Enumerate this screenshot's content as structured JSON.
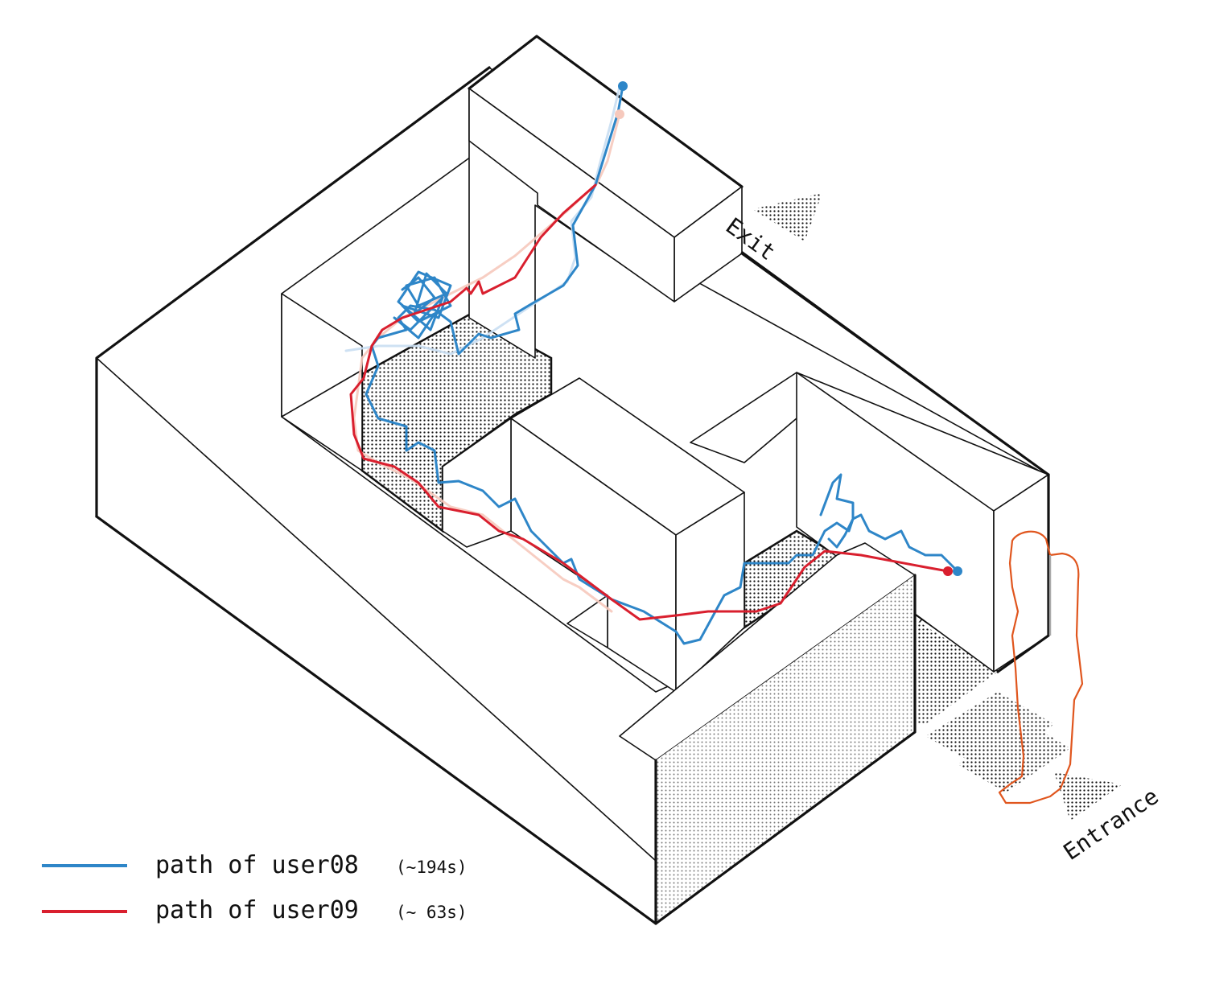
{
  "labels": {
    "exit": "Exit",
    "entrance": "Entrance"
  },
  "legend": [
    {
      "label": "path of user08",
      "duration": "(~194s)",
      "color": "#2e86c8"
    },
    {
      "label": "path of user09",
      "duration": "(~ 63s)",
      "color": "#d91f2e"
    }
  ],
  "colors": {
    "user08": "#2e86c8",
    "user08_faint": "#c9def2",
    "user09": "#d91f2e",
    "user09_faint": "#f6c9bd",
    "person_outline": "#e0561e",
    "walls": "#111111"
  },
  "icons": {
    "person": "person-silhouette-icon",
    "exit_arrow": "exit-arrow-icon",
    "entrance_arrow": "entrance-arrow-icon"
  }
}
